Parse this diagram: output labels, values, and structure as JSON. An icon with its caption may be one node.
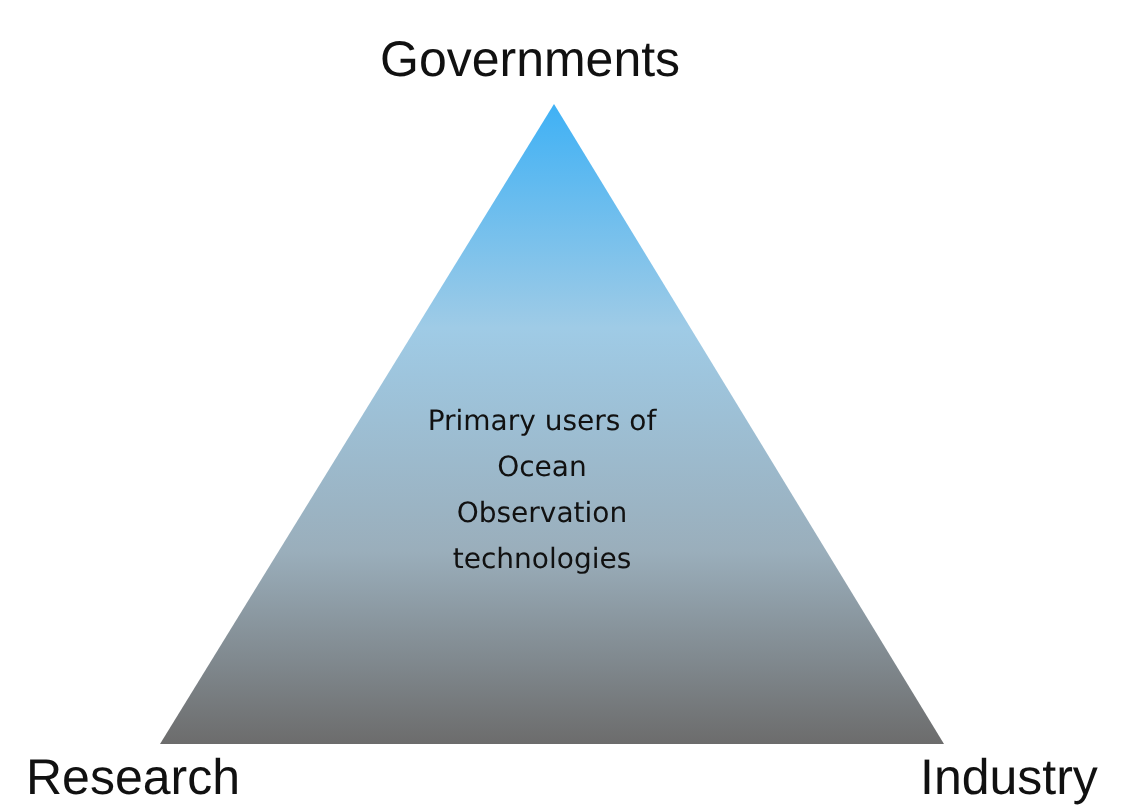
{
  "diagram": {
    "nodes": [
      {
        "text": [
          "Primary users of Ocean Observation technologies"
        ]
      }
    ],
    "edges": [],
    "labels": [
      "Governments",
      "Research",
      "Industry"
    ]
  }
}
